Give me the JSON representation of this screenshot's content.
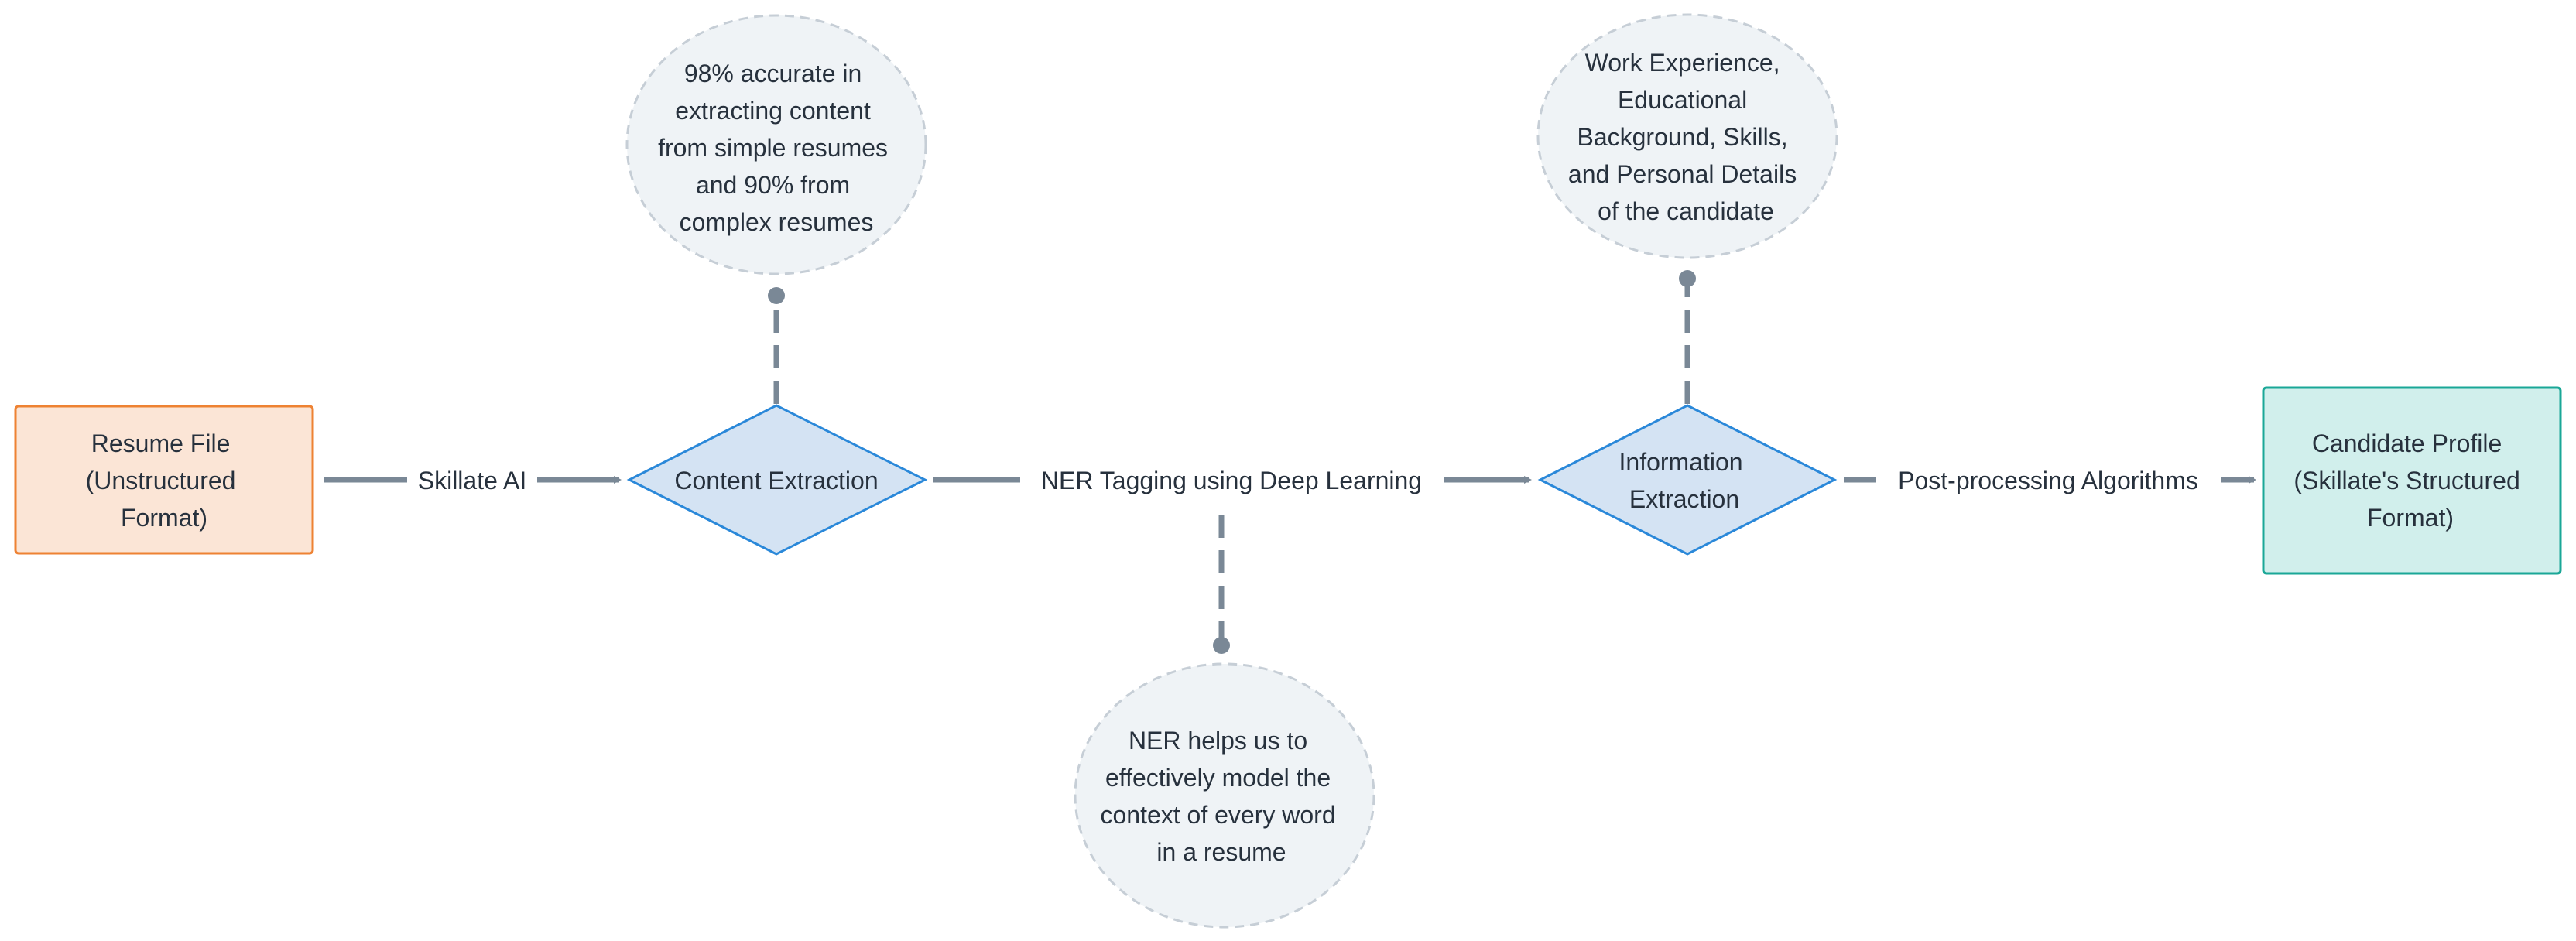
{
  "nodes": {
    "resume_file": {
      "lines": [
        "Resume File",
        "(Unstructured",
        "Format)"
      ]
    },
    "content_extraction": {
      "lines": [
        "Content Extraction"
      ]
    },
    "information_extraction": {
      "lines": [
        "Information",
        "Extraction"
      ]
    },
    "candidate_profile": {
      "lines": [
        "Candidate Profile",
        "(Skillate's Structured",
        "Format)"
      ]
    }
  },
  "edges": {
    "skillate_ai": "Skillate AI",
    "ner_tagging": "NER Tagging using Deep Learning",
    "post_processing": "Post-processing Algorithms"
  },
  "notes": {
    "accuracy": {
      "lines": [
        "98% accurate in",
        "extracting content",
        "from simple resumes",
        "and 90% from",
        "complex resumes"
      ]
    },
    "details": {
      "lines": [
        "Work Experience,",
        "Educational",
        "Background, Skills,",
        "and Personal Details",
        "of the candidate"
      ]
    },
    "ner": {
      "lines": [
        "NER helps us to",
        "effectively model the",
        "context of every word",
        "in a resume"
      ]
    }
  },
  "colors": {
    "connector": "#7a8896",
    "source_fill": "#fbe5d6",
    "source_stroke": "#ee8233",
    "decision_fill": "#d4e3f3",
    "decision_stroke": "#2a88d9",
    "target_fill": "#d1efec",
    "target_stroke": "#1aa797",
    "note_fill": "#eff3f6",
    "note_stroke": "#c6ced6"
  }
}
